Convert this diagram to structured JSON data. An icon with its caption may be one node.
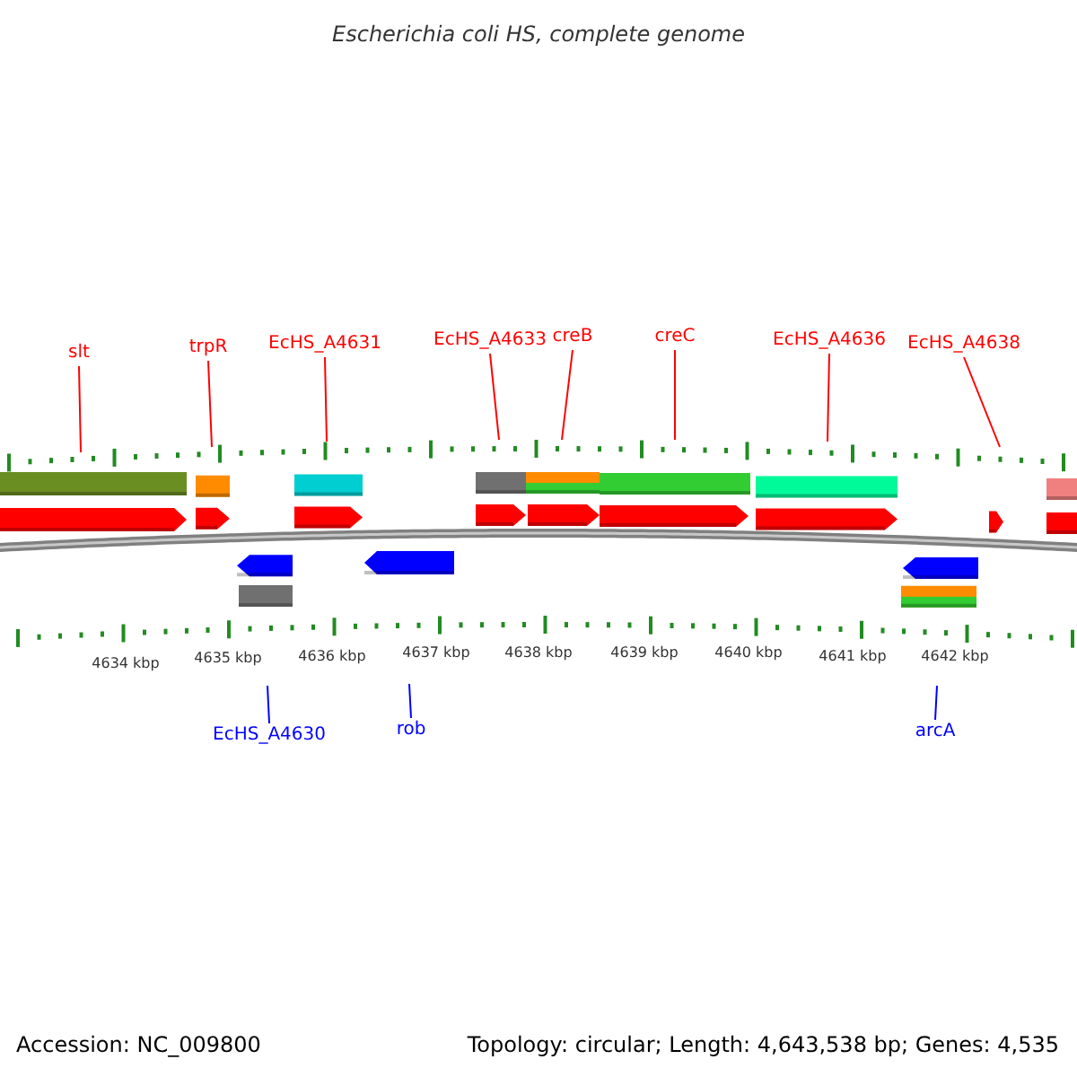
{
  "diagram": {
    "title": "Escherichia coli HS, complete genome",
    "nodes": [
      {
        "text": [
          "slt"
        ]
      },
      {
        "text": [
          "trpR"
        ]
      },
      {
        "text": [
          "EcHS_A4631"
        ]
      },
      {
        "text": [
          "EcHS_A4633"
        ]
      },
      {
        "text": [
          "creB"
        ]
      },
      {
        "text": [
          "creC"
        ]
      },
      {
        "text": [
          "EcHS_A4636"
        ]
      },
      {
        "text": [
          "EcHS_A4638"
        ]
      },
      {
        "text": [
          "EcHS_A4630"
        ]
      },
      {
        "text": [
          "rob"
        ]
      },
      {
        "text": [
          "arcA"
        ]
      }
    ],
    "edges": [
      {
        "from": 0,
        "to": null,
        "arrow": "none"
      },
      {
        "from": 1,
        "to": null,
        "arrow": "none"
      },
      {
        "from": 2,
        "to": null,
        "arrow": "none"
      },
      {
        "from": 3,
        "to": null,
        "arrow": "none"
      },
      {
        "from": 4,
        "to": null,
        "arrow": "none"
      },
      {
        "from": 5,
        "to": null,
        "arrow": "none"
      },
      {
        "from": 6,
        "to": null,
        "arrow": "none"
      },
      {
        "from": 7,
        "to": null,
        "arrow": "none"
      },
      {
        "from": 8,
        "to": null,
        "arrow": "none",
        "color": "#0000ff"
      },
      {
        "from": 9,
        "to": null,
        "arrow": "none",
        "color": "#0000ff"
      },
      {
        "from": 10,
        "to": null,
        "arrow": "none",
        "color": "#0000ff"
      }
    ],
    "labels": [
      "4634 kbp",
      "4635 kbp",
      "4636 kbp",
      "4637 kbp",
      "4638 kbp",
      "4639 kbp",
      "4640 kbp",
      "4641 kbp",
      "4642 kbp",
      "Accession: NC_009800",
      "Topology: circular; Length: 4,643,538 bp; Genes: 4,535"
    ]
  }
}
